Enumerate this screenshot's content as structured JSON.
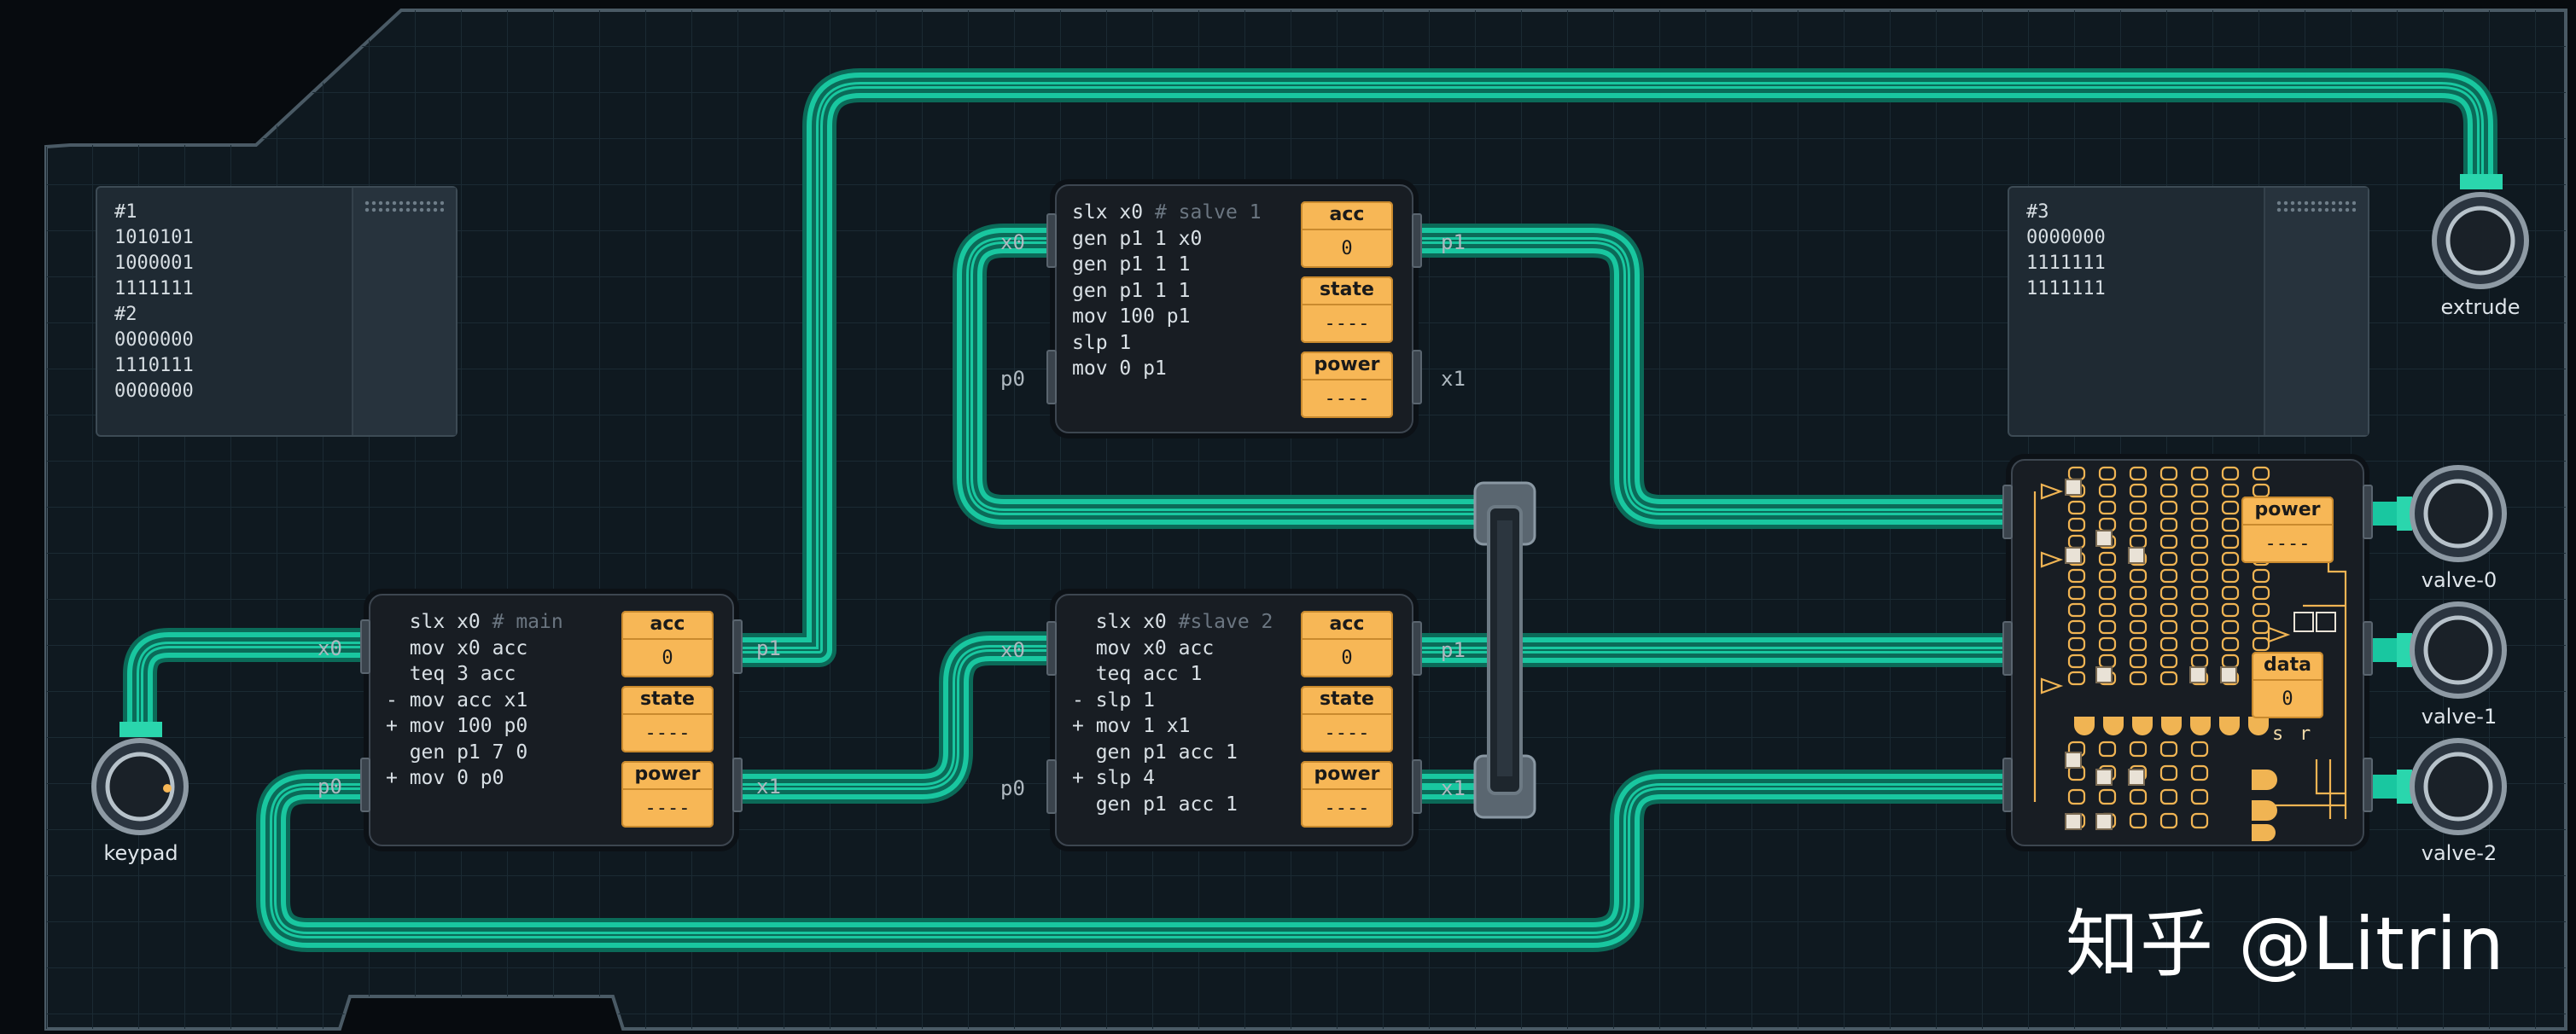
{
  "notes": {
    "note1": "#1\n1010101\n1000001\n1111111\n#2\n0000000\n1110111\n0000000",
    "note2": "#3\n0000000\n1111111\n1111111"
  },
  "controllers": {
    "main": {
      "code": [
        {
          "text": "  slx x0 ",
          "comment": "# main"
        },
        {
          "text": "  mov x0 acc",
          "comment": ""
        },
        {
          "text": "  teq 3 acc",
          "comment": ""
        },
        {
          "text": "- mov acc x1",
          "comment": ""
        },
        {
          "text": "+ mov 100 p0",
          "comment": ""
        },
        {
          "text": "  gen p1 7 0",
          "comment": ""
        },
        {
          "text": "+ mov 0 p0",
          "comment": ""
        }
      ],
      "acc": {
        "label": "acc",
        "value": "0"
      },
      "state": {
        "label": "state",
        "value": "----"
      },
      "power": {
        "label": "power",
        "value": "----"
      },
      "pins": {
        "x0": "x0",
        "p0": "p0",
        "p1": "p1",
        "x1": "x1"
      }
    },
    "salve1": {
      "code": [
        {
          "text": "slx x0 ",
          "comment": "# salve 1"
        },
        {
          "text": "gen p1 1 x0",
          "comment": ""
        },
        {
          "text": "gen p1 1 1",
          "comment": ""
        },
        {
          "text": "gen p1 1 1",
          "comment": ""
        },
        {
          "text": "mov 100 p1",
          "comment": ""
        },
        {
          "text": "slp 1",
          "comment": ""
        },
        {
          "text": "mov 0 p1",
          "comment": ""
        }
      ],
      "acc": {
        "label": "acc",
        "value": "0"
      },
      "state": {
        "label": "state",
        "value": "----"
      },
      "power": {
        "label": "power",
        "value": "----"
      },
      "pins": {
        "x0": "x0",
        "p0": "p0",
        "p1": "p1",
        "x1": "x1"
      }
    },
    "slave2": {
      "code": [
        {
          "text": "  slx x0 ",
          "comment": "#slave 2"
        },
        {
          "text": "  mov x0 acc",
          "comment": ""
        },
        {
          "text": "  teq acc 1",
          "comment": ""
        },
        {
          "text": "- slp 1",
          "comment": ""
        },
        {
          "text": "+ mov 1 x1",
          "comment": ""
        },
        {
          "text": "  gen p1 acc 1",
          "comment": ""
        },
        {
          "text": "+ slp 4",
          "comment": ""
        },
        {
          "text": "  gen p1 acc 1",
          "comment": ""
        }
      ],
      "acc": {
        "label": "acc",
        "value": "0"
      },
      "state": {
        "label": "state",
        "value": "----"
      },
      "power": {
        "label": "power",
        "value": "----"
      },
      "pins": {
        "x0": "x0",
        "p0": "p0",
        "p1": "p1",
        "x1": "x1"
      }
    }
  },
  "logic_chip": {
    "power": {
      "label": "power",
      "value": "----"
    },
    "data": {
      "label": "data",
      "value": "0"
    },
    "s_label": "s",
    "r_label": "r"
  },
  "devices": {
    "keypad": "keypad",
    "extrude": "extrude",
    "valve0": "valve-0",
    "valve1": "valve-1",
    "valve2": "valve-2"
  },
  "watermark": "知乎 @Litrin",
  "colors": {
    "wire": "#19c7a0",
    "register": "#f7b756",
    "board": "#0f1a22"
  }
}
